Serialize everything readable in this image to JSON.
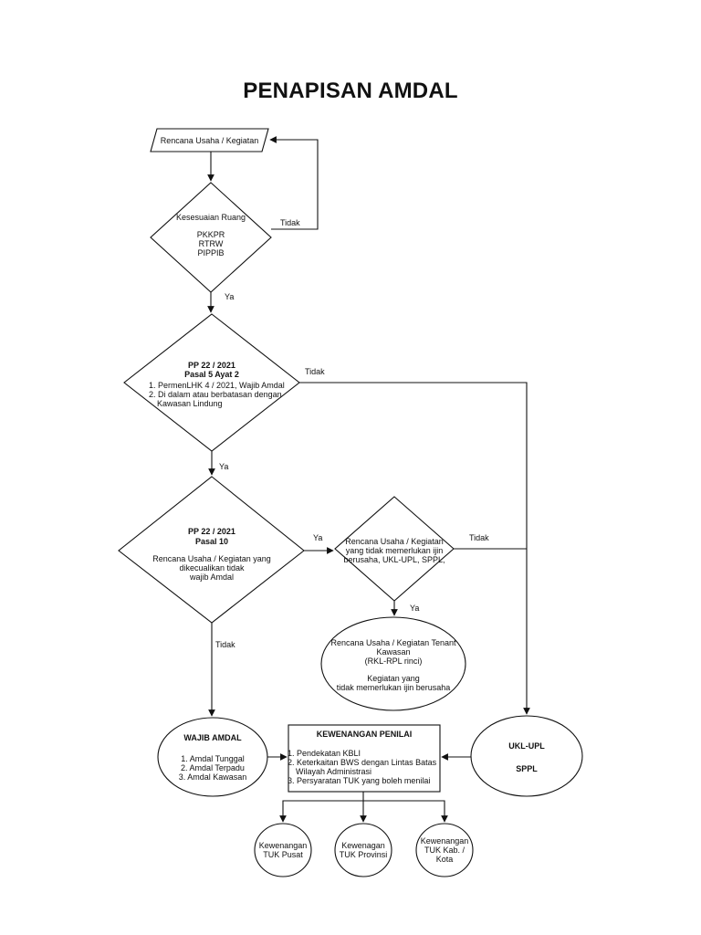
{
  "title": "PENAPISAN AMDAL",
  "start": {
    "label": "Rencana Usaha / Kegiatan"
  },
  "decision1": {
    "title": "Kesesuaian Ruang",
    "lines": [
      "PKKPR",
      "RTRW",
      "PIPPIB"
    ],
    "no_label": "Tidak",
    "yes_label": "Ya"
  },
  "decision2": {
    "title1": "PP 22 / 2021",
    "title2": "Pasal 5 Ayat 2",
    "lines": [
      "1. PermenLHK 4 / 2021, Wajib Amdal",
      "2. Di dalam atau berbatasan dengan",
      "Kawasan Lindung"
    ],
    "no_label": "Tidak",
    "yes_label": "Ya"
  },
  "decision3": {
    "title1": "PP 22 / 2021",
    "title2": "Pasal 10",
    "lines": [
      "Rencana Usaha / Kegiatan yang",
      "dikecualikan tidak",
      "wajib Amdal"
    ],
    "yes_label": "Ya",
    "no_label": "Tidak"
  },
  "decision4": {
    "lines": [
      "Rencana Usaha / Kegiatan",
      "yang tidak memerlukan ijin",
      "berusaha, UKL-UPL, SPPL,"
    ],
    "no_label": "Tidak",
    "yes_label": "Ya"
  },
  "tenant": {
    "lines1": [
      "Rencana Usaha / Kegiatan Tenant",
      "Kawasan",
      "(RKL-RPL rinci)"
    ],
    "lines2": [
      "Kegiatan yang",
      "tidak memerlukan ijin berusaha"
    ]
  },
  "wajib": {
    "title": "WAJIB AMDAL",
    "items": [
      "1. Amdal Tunggal",
      "2. Amdal Terpadu",
      "3. Amdal Kawasan"
    ]
  },
  "kewenangan": {
    "title": "KEWENANGAN PENILAI",
    "items": [
      "1. Pendekatan KBLI",
      "2. Keterkaitan BWS dengan Lintas Batas",
      "Wilayah Administrasi",
      "3. Persyaratan TUK yang boleh menilai"
    ]
  },
  "ukl": {
    "line1": "UKL-UPL",
    "line2": "SPPL"
  },
  "tuk_pusat": {
    "lines": [
      "Kewenangan",
      "TUK Pusat"
    ]
  },
  "tuk_provinsi": {
    "lines": [
      "Kewenagan",
      "TUK Provinsi"
    ]
  },
  "tuk_kab": {
    "lines": [
      "Kewenangan",
      "TUK Kab. /",
      "Kota"
    ]
  }
}
